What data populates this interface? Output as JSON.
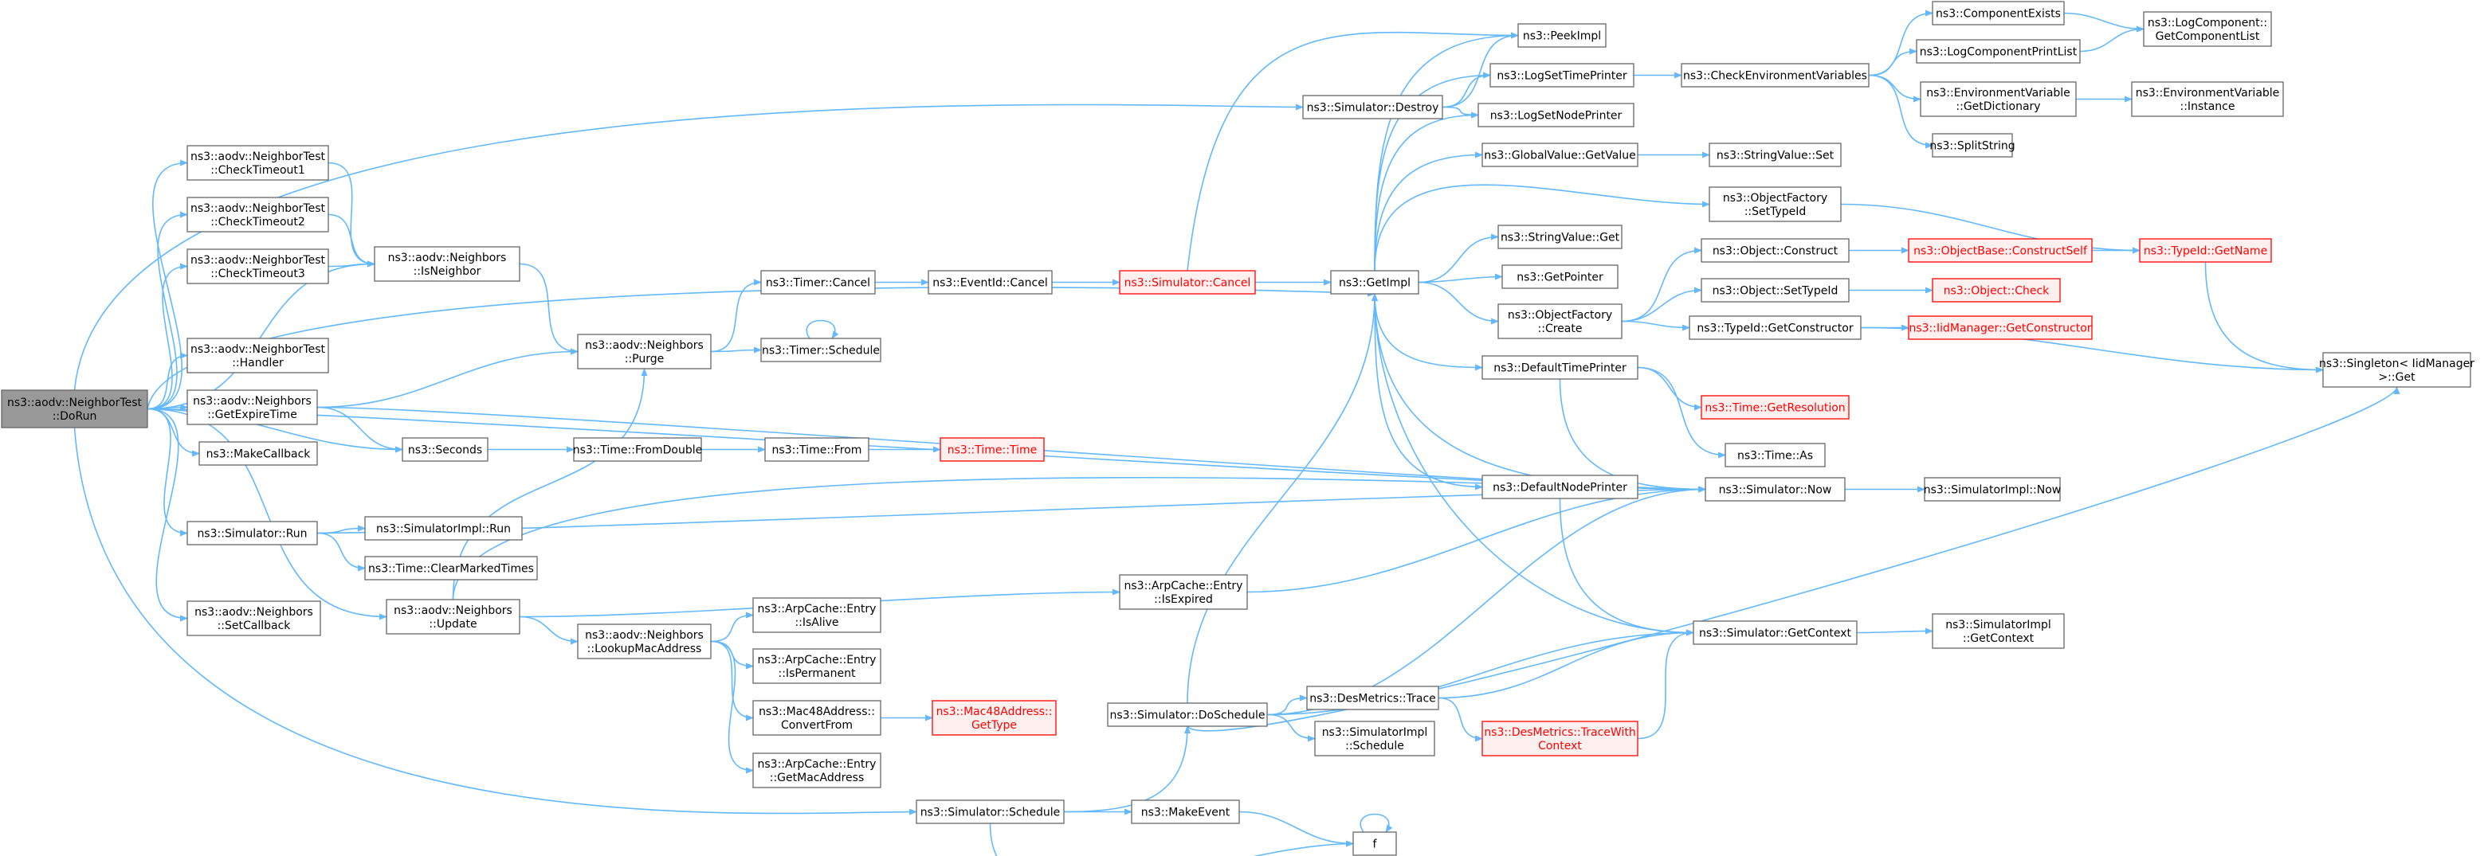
{
  "nodes": [
    {
      "id": "root",
      "kind": "root",
      "lines": [
        "ns3::aodv::NeighborTest",
        "::DoRun"
      ]
    },
    {
      "id": "ct1",
      "lines": [
        "ns3::aodv::NeighborTest",
        "::CheckTimeout1"
      ]
    },
    {
      "id": "ct2",
      "lines": [
        "ns3::aodv::NeighborTest",
        "::CheckTimeout2"
      ]
    },
    {
      "id": "ct3",
      "lines": [
        "ns3::aodv::NeighborTest",
        "::CheckTimeout3"
      ]
    },
    {
      "id": "handler",
      "lines": [
        "ns3::aodv::NeighborTest",
        "::Handler"
      ]
    },
    {
      "id": "getexpire",
      "lines": [
        "ns3::aodv::Neighbors",
        "::GetExpireTime"
      ]
    },
    {
      "id": "makecb",
      "lines": [
        "ns3::MakeCallback"
      ]
    },
    {
      "id": "simrun",
      "lines": [
        "ns3::Simulator::Run"
      ]
    },
    {
      "id": "setcb",
      "lines": [
        "ns3::aodv::Neighbors",
        "::SetCallback"
      ]
    },
    {
      "id": "isneighbor",
      "lines": [
        "ns3::aodv::Neighbors",
        "::IsNeighbor"
      ]
    },
    {
      "id": "purge",
      "lines": [
        "ns3::aodv::Neighbors",
        "::Purge"
      ]
    },
    {
      "id": "seconds",
      "lines": [
        "ns3::Seconds"
      ]
    },
    {
      "id": "simimplrun",
      "lines": [
        "ns3::SimulatorImpl::Run"
      ]
    },
    {
      "id": "clearmarked",
      "lines": [
        "ns3::Time::ClearMarkedTimes"
      ]
    },
    {
      "id": "update",
      "lines": [
        "ns3::aodv::Neighbors",
        "::Update"
      ]
    },
    {
      "id": "lookupmac",
      "lines": [
        "ns3::aodv::Neighbors",
        "::LookupMacAddress"
      ]
    },
    {
      "id": "timercancel",
      "lines": [
        "ns3::Timer::Cancel"
      ]
    },
    {
      "id": "timerschedule",
      "lines": [
        "ns3::Timer::Schedule"
      ]
    },
    {
      "id": "fromdouble",
      "lines": [
        "ns3::Time::FromDouble"
      ]
    },
    {
      "id": "timefrom",
      "lines": [
        "ns3::Time::From"
      ]
    },
    {
      "id": "timetime",
      "kind": "red",
      "lines": [
        "ns3::Time::Time"
      ]
    },
    {
      "id": "eventcancel",
      "lines": [
        "ns3::EventId::Cancel"
      ]
    },
    {
      "id": "simcancel",
      "kind": "red",
      "lines": [
        "ns3::Simulator::Cancel"
      ]
    },
    {
      "id": "simdestroy",
      "lines": [
        "ns3::Simulator::Destroy"
      ]
    },
    {
      "id": "isalive",
      "lines": [
        "ns3::ArpCache::Entry",
        "::IsAlive"
      ]
    },
    {
      "id": "ispermanent",
      "lines": [
        "ns3::ArpCache::Entry",
        "::IsPermanent"
      ]
    },
    {
      "id": "convertfrom",
      "lines": [
        "ns3::Mac48Address::",
        "ConvertFrom"
      ]
    },
    {
      "id": "getmacaddr",
      "lines": [
        "ns3::ArpCache::Entry",
        "::GetMacAddress"
      ]
    },
    {
      "id": "mac48gettype",
      "kind": "red",
      "lines": [
        "ns3::Mac48Address::",
        "GetType"
      ]
    },
    {
      "id": "isexpired",
      "lines": [
        "ns3::ArpCache::Entry",
        "::IsExpired"
      ]
    },
    {
      "id": "simschedule",
      "lines": [
        "ns3::Simulator::Schedule"
      ]
    },
    {
      "id": "makeevent",
      "lines": [
        "ns3::MakeEvent"
      ]
    },
    {
      "id": "f",
      "lines": [
        "f"
      ]
    },
    {
      "id": "doschedule",
      "lines": [
        "ns3::Simulator::DoSchedule"
      ]
    },
    {
      "id": "desmetricstrace",
      "lines": [
        "ns3::DesMetrics::Trace"
      ]
    },
    {
      "id": "simimplschedule",
      "lines": [
        "ns3::SimulatorImpl",
        "::Schedule"
      ]
    },
    {
      "id": "tracewithcontext",
      "kind": "red",
      "lines": [
        "ns3::DesMetrics::TraceWith",
        "Context"
      ]
    },
    {
      "id": "getimpl",
      "lines": [
        "ns3::GetImpl"
      ]
    },
    {
      "id": "peekimpl",
      "lines": [
        "ns3::PeekImpl"
      ]
    },
    {
      "id": "logsettimeprinter",
      "lines": [
        "ns3::LogSetTimePrinter"
      ]
    },
    {
      "id": "logsetnodeprinter",
      "lines": [
        "ns3::LogSetNodePrinter"
      ]
    },
    {
      "id": "globalvalue",
      "lines": [
        "ns3::GlobalValue::GetValue"
      ]
    },
    {
      "id": "stringvalueget",
      "lines": [
        "ns3::StringValue::Get"
      ]
    },
    {
      "id": "getpointer",
      "lines": [
        "ns3::GetPointer"
      ]
    },
    {
      "id": "objfactorycreate",
      "lines": [
        "ns3::ObjectFactory",
        "::Create"
      ]
    },
    {
      "id": "defaulttimeprinter",
      "lines": [
        "ns3::DefaultTimePrinter"
      ]
    },
    {
      "id": "defaultnodeprinter",
      "lines": [
        "ns3::DefaultNodePrinter"
      ]
    },
    {
      "id": "checkenv",
      "lines": [
        "ns3::CheckEnvironmentVariables"
      ]
    },
    {
      "id": "stringvalueset",
      "lines": [
        "ns3::StringValue::Set"
      ]
    },
    {
      "id": "objfactorysettypeid",
      "lines": [
        "ns3::ObjectFactory",
        "::SetTypeId"
      ]
    },
    {
      "id": "objconstruct",
      "lines": [
        "ns3::Object::Construct"
      ]
    },
    {
      "id": "objsettypeid",
      "lines": [
        "ns3::Object::SetTypeId"
      ]
    },
    {
      "id": "typeidgetconstructor",
      "lines": [
        "ns3::TypeId::GetConstructor"
      ]
    },
    {
      "id": "timeas",
      "lines": [
        "ns3::Time::As"
      ]
    },
    {
      "id": "gettimeresolution",
      "kind": "red",
      "lines": [
        "ns3::Time::GetResolution"
      ]
    },
    {
      "id": "simnow",
      "lines": [
        "ns3::Simulator::Now"
      ]
    },
    {
      "id": "getcontext",
      "lines": [
        "ns3::Simulator::GetContext"
      ]
    },
    {
      "id": "componentexists",
      "lines": [
        "ns3::ComponentExists"
      ]
    },
    {
      "id": "logcomponentprintlist",
      "lines": [
        "ns3::LogComponentPrintList"
      ]
    },
    {
      "id": "envgetdictionary",
      "lines": [
        "ns3::EnvironmentVariable",
        "::GetDictionary"
      ]
    },
    {
      "id": "splitstring",
      "lines": [
        "ns3::SplitString"
      ]
    },
    {
      "id": "constructself",
      "kind": "red",
      "lines": [
        "ns3::ObjectBase::ConstructSelf"
      ]
    },
    {
      "id": "objcheck",
      "kind": "red",
      "lines": [
        "ns3::Object::Check"
      ]
    },
    {
      "id": "iidgetconstructor",
      "kind": "red",
      "lines": [
        "ns3::IidManager::GetConstructor"
      ]
    },
    {
      "id": "simimplnow",
      "lines": [
        "ns3::SimulatorImpl::Now"
      ]
    },
    {
      "id": "simimplgetcontext",
      "lines": [
        "ns3::SimulatorImpl",
        "::GetContext"
      ]
    },
    {
      "id": "getcomponentlist",
      "lines": [
        "ns3::LogComponent::",
        "GetComponentList"
      ]
    },
    {
      "id": "envinstance",
      "lines": [
        "ns3::EnvironmentVariable",
        "::Instance"
      ]
    },
    {
      "id": "typeidgetname",
      "kind": "red",
      "lines": [
        "ns3::TypeId::GetName"
      ]
    },
    {
      "id": "singletonget",
      "lines": [
        "ns3::Singleton< IidManager",
        " >::Get"
      ]
    }
  ]
}
